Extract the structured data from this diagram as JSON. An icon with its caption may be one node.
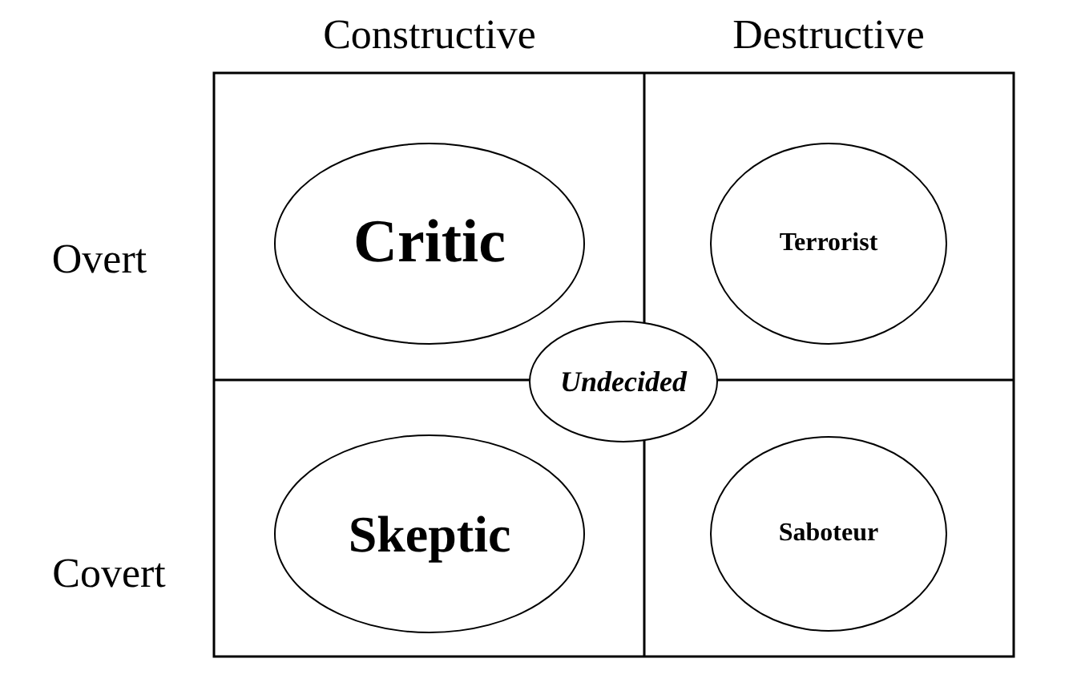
{
  "diagram": {
    "nodes": [
      {
        "text": [
          "Critic"
        ]
      },
      {
        "text": [
          "Terrorist"
        ]
      },
      {
        "text": [
          "Undecided"
        ]
      },
      {
        "text": [
          "Skeptic"
        ]
      },
      {
        "text": [
          "Saboteur"
        ]
      }
    ],
    "labels": [
      "Constructive",
      "Destructive",
      "Overt",
      "Covert"
    ]
  }
}
